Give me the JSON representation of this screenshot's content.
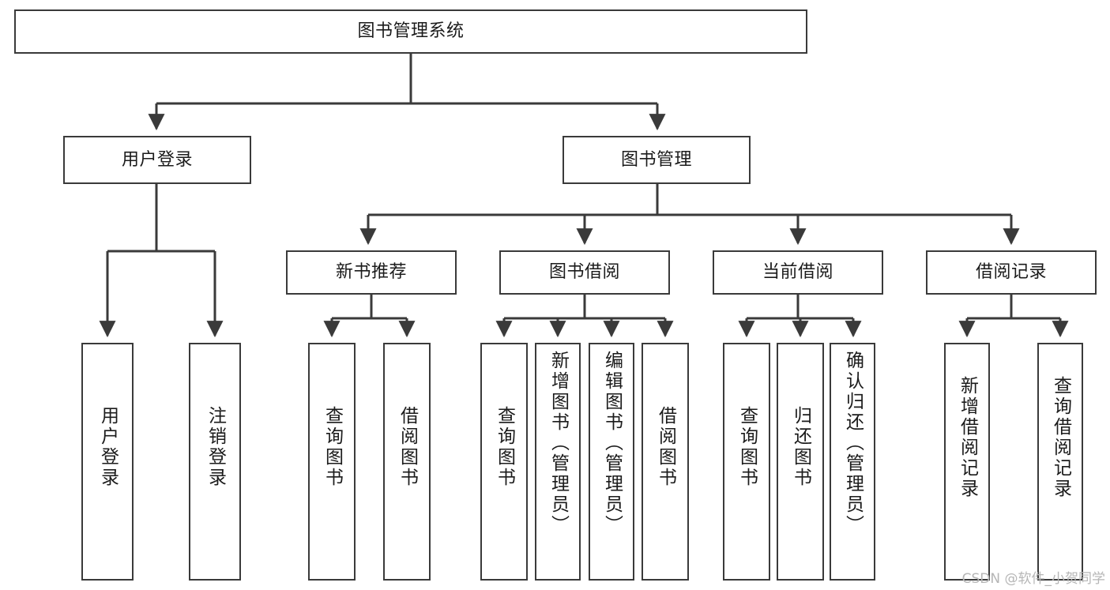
{
  "diagram": {
    "title": "图书管理系统",
    "type": "function-structure-tree",
    "watermark": "CSDN @软件_小贺同学",
    "colors": {
      "box_border": "#3a3a3a",
      "box_fill": "#ffffff",
      "edge": "#3a3a3a",
      "text": "#1b1b1b",
      "watermark": "#b6b6b6",
      "background": "#ffffff"
    },
    "nodes": {
      "root": {
        "label": "图书管理系统",
        "level": 0
      },
      "l1": [
        {
          "id": "user-login",
          "label": "用户登录",
          "level": 1
        },
        {
          "id": "book-manage",
          "label": "图书管理",
          "level": 1
        }
      ],
      "l2": [
        {
          "id": "new-book-recommend",
          "label": "新书推荐",
          "level": 2,
          "parent": "book-manage"
        },
        {
          "id": "book-borrow",
          "label": "图书借阅",
          "level": 2,
          "parent": "book-manage"
        },
        {
          "id": "current-borrow",
          "label": "当前借阅",
          "level": 2,
          "parent": "book-manage"
        },
        {
          "id": "borrow-record",
          "label": "借阅记录",
          "level": 2,
          "parent": "book-manage"
        }
      ],
      "leaves": [
        {
          "id": "leaf-user-login",
          "label": "用户登录",
          "parent": "user-login"
        },
        {
          "id": "leaf-logout-login",
          "label": "注销登录",
          "parent": "user-login"
        },
        {
          "id": "leaf-query-book-1",
          "label": "查询图书",
          "parent": "new-book-recommend"
        },
        {
          "id": "leaf-borrow-book-1",
          "label": "借阅图书",
          "parent": "new-book-recommend"
        },
        {
          "id": "leaf-query-book-2",
          "label": "查询图书",
          "parent": "book-borrow"
        },
        {
          "id": "leaf-add-book",
          "label": "新增图书（管理员）",
          "parent": "book-borrow"
        },
        {
          "id": "leaf-edit-book",
          "label": "编辑图书（管理员）",
          "parent": "book-borrow"
        },
        {
          "id": "leaf-borrow-book-2",
          "label": "借阅图书",
          "parent": "book-borrow"
        },
        {
          "id": "leaf-query-book-3",
          "label": "查询图书",
          "parent": "current-borrow"
        },
        {
          "id": "leaf-return-book",
          "label": "归还图书",
          "parent": "current-borrow"
        },
        {
          "id": "leaf-confirm-return",
          "label": "确认归还（管理员）",
          "parent": "current-borrow"
        },
        {
          "id": "leaf-add-record",
          "label": "新增借阅记录",
          "parent": "borrow-record"
        },
        {
          "id": "leaf-query-record",
          "label": "查询借阅记录",
          "parent": "borrow-record"
        }
      ]
    }
  }
}
